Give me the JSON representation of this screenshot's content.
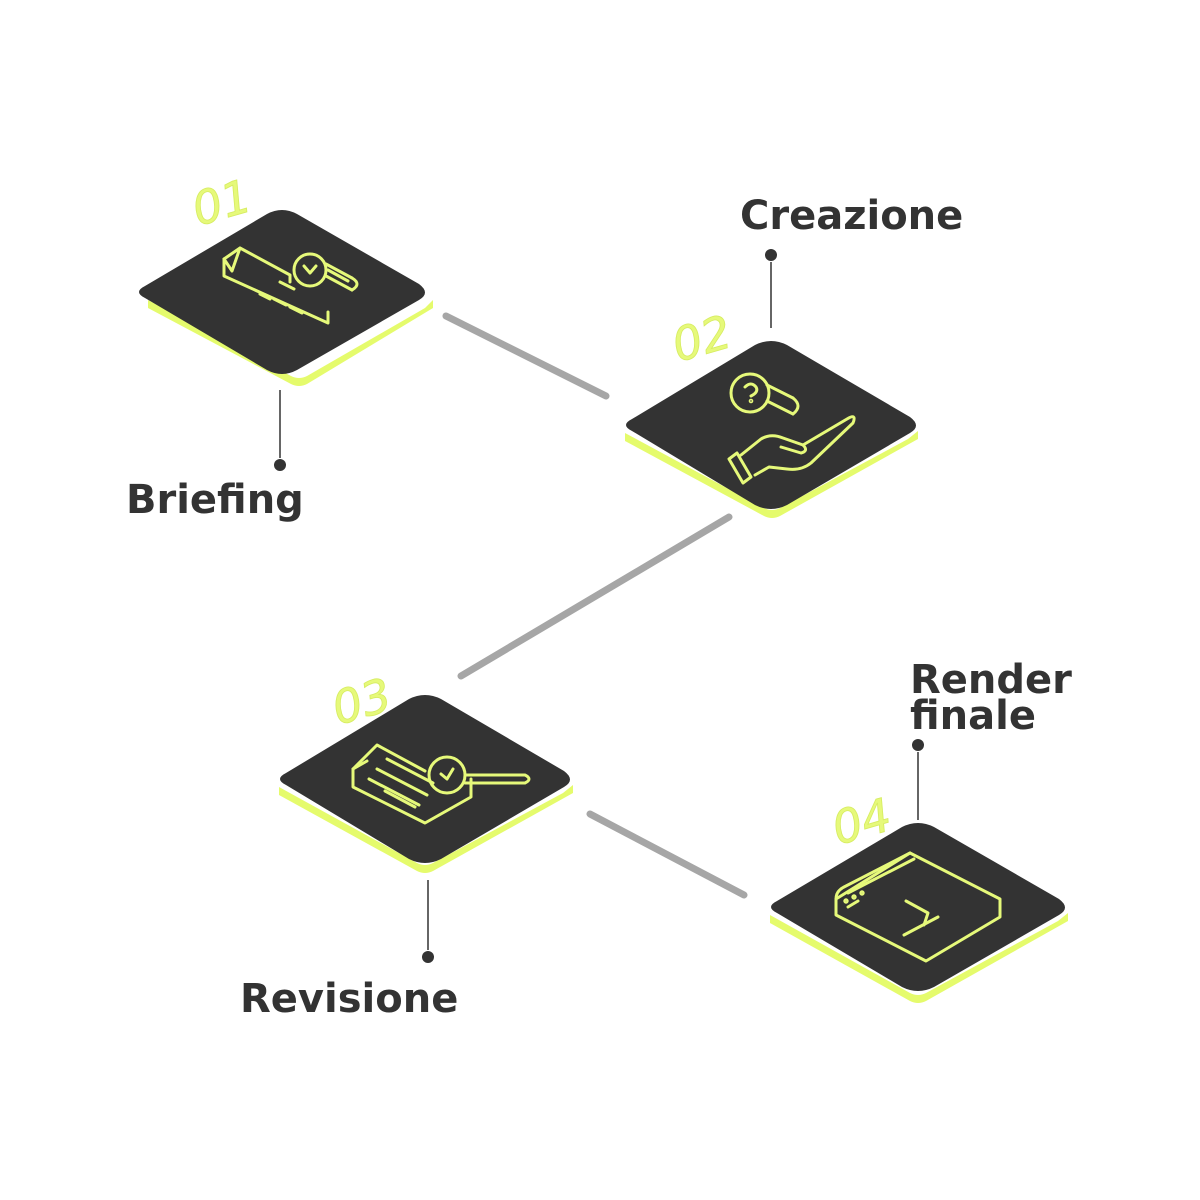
{
  "colors": {
    "tile_top": "#333333",
    "tile_side": "#e5fb6c",
    "accent": "#e6f97a",
    "connector": "#a6a6a6",
    "text": "#333333",
    "background": "#ffffff"
  },
  "steps": [
    {
      "number": "01",
      "label_lines": [
        "Briefing"
      ],
      "icon": "document-lightbulb-icon"
    },
    {
      "number": "02",
      "label_lines": [
        "Creazione"
      ],
      "icon": "hand-lightbulb-icon"
    },
    {
      "number": "03",
      "label_lines": [
        "Revisione"
      ],
      "icon": "document-magnifier-icon"
    },
    {
      "number": "04",
      "label_lines": [
        "Render",
        "finale"
      ],
      "icon": "browser-window-check-icon"
    }
  ]
}
